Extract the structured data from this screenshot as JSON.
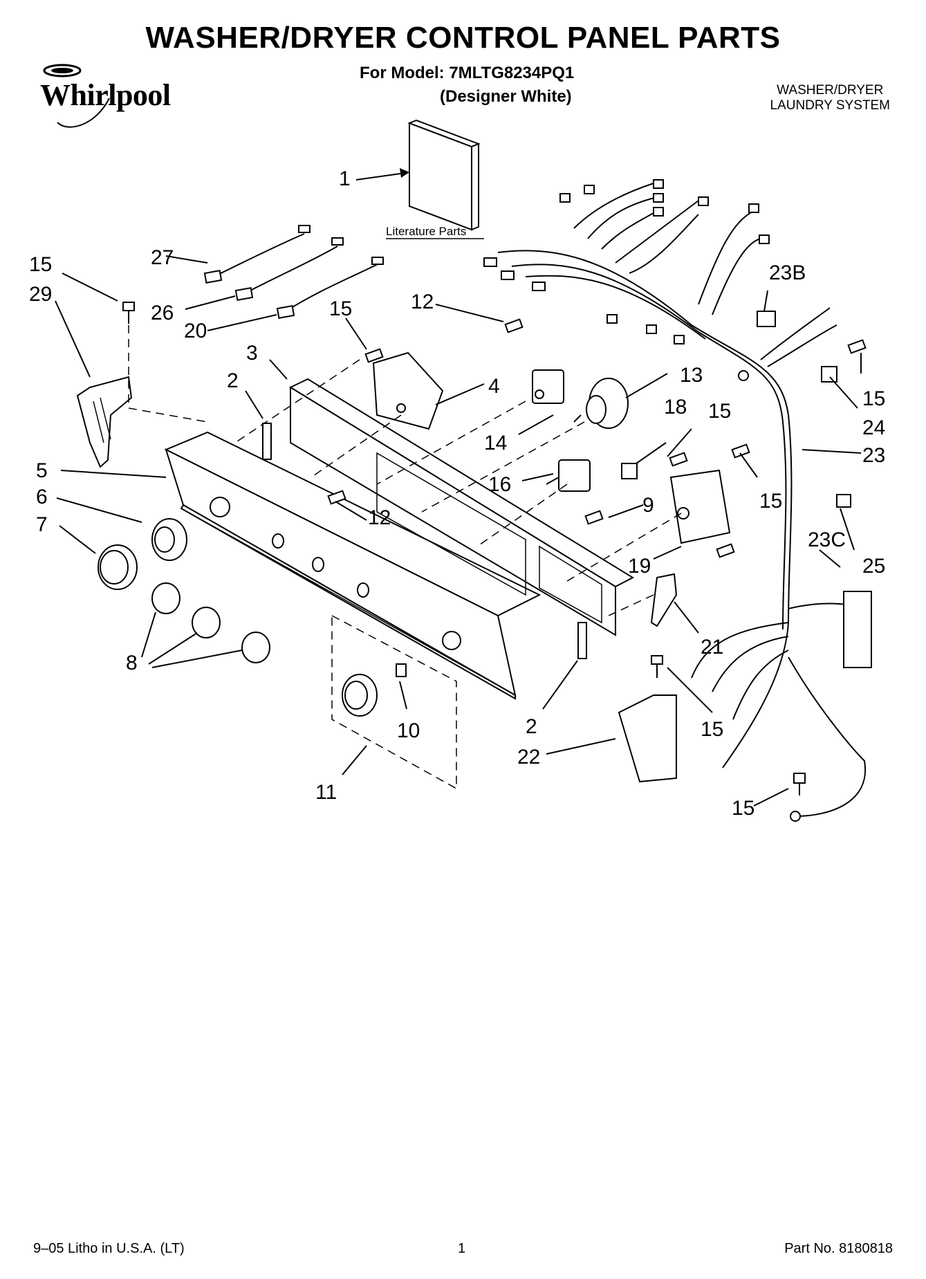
{
  "header": {
    "title": "WASHER/DRYER CONTROL PANEL PARTS",
    "model_line": "For Model: 7MLTG8234PQ1",
    "variant": "(Designer White)",
    "system_line1": "WASHER/DRYER",
    "system_line2": "LAUNDRY SYSTEM",
    "brand": "Whirlpool"
  },
  "diagram": {
    "literature_caption": "Literature Parts",
    "callouts": [
      "1",
      "27",
      "15",
      "29",
      "26",
      "20",
      "15",
      "12",
      "3",
      "2",
      "4",
      "13",
      "23B",
      "15",
      "24",
      "23",
      "14",
      "18",
      "15",
      "5",
      "6",
      "7",
      "12",
      "16",
      "9",
      "15",
      "19",
      "23C",
      "25",
      "8",
      "21",
      "2",
      "10",
      "22",
      "15",
      "11",
      "15"
    ]
  },
  "footer": {
    "litho": "9–05 Litho in U.S.A. (LT)",
    "page": "1",
    "part_no": "Part No. 8180818"
  }
}
